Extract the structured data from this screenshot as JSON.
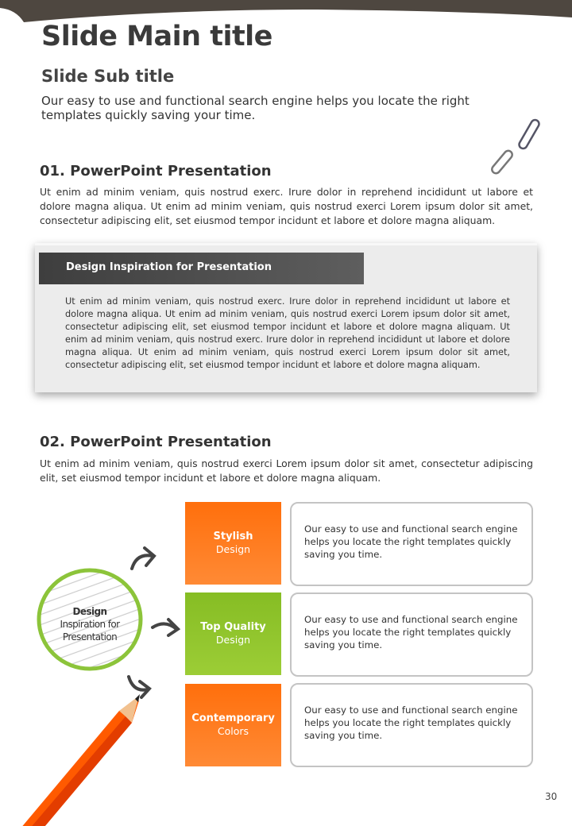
{
  "header": {
    "title": "Slide Main title",
    "subtitle": "Slide Sub title",
    "intro": "Our easy to use and functional search engine helps you locate the right templates quickly saving your time."
  },
  "section1": {
    "heading": "01. PowerPoint Presentation",
    "text": "Ut enim ad minim veniam, quis nostrud exerc. Irure dolor in reprehend incididunt ut labore et dolore magna aliqua. Ut enim ad minim veniam, quis nostrud exerci Lorem ipsum dolor sit amet, consectetur adipiscing elit, set eiusmod tempor incidunt et labore et dolore magna aliquam.",
    "card": {
      "title": "Design Inspiration for Presentation",
      "text": "Ut enim ad minim veniam, quis nostrud exerc. Irure dolor in reprehend incididunt ut labore et dolore magna aliqua. Ut enim ad minim veniam, quis nostrud exerci Lorem ipsum dolor sit amet, consectetur adipiscing elit, set eiusmod tempor incidunt et labore et dolore magna aliquam. Ut enim ad minim veniam, quis nostrud exerc. Irure dolor in reprehend incididunt ut labore et dolore magna aliqua. Ut enim ad minim veniam, quis nostrud exerci Lorem ipsum dolor sit amet, consectetur adipiscing elit, set eiusmod tempor incidunt et labore et dolore magna aliquam."
    }
  },
  "section2": {
    "heading": "02. PowerPoint Presentation",
    "text": "Ut enim ad minim veniam, quis nostrud exerci  Lorem ipsum dolor sit amet, consectetur adipiscing elit, set eiusmod tempor incidunt et labore et dolore magna aliquam.",
    "circle": {
      "bold": "Design",
      "line1": "Inspiration for",
      "line2": "Presentation"
    },
    "items": [
      {
        "bold": "Stylish",
        "sub": "Design",
        "text": "Our easy to use and functional search engine helps you locate the right templates quickly saving you time.",
        "color": "#ff7a1f"
      },
      {
        "bold": "Top Quality",
        "sub": "Design",
        "text": "Our easy to use and functional search engine helps you locate the right templates quickly saving you time.",
        "color": "#92c72e"
      },
      {
        "bold": "Contemporary",
        "sub": "Colors",
        "text": "Our easy to use and functional search engine helps you locate the right templates quickly saving you time.",
        "color": "#ff7a1f"
      }
    ]
  },
  "page_number": "30"
}
